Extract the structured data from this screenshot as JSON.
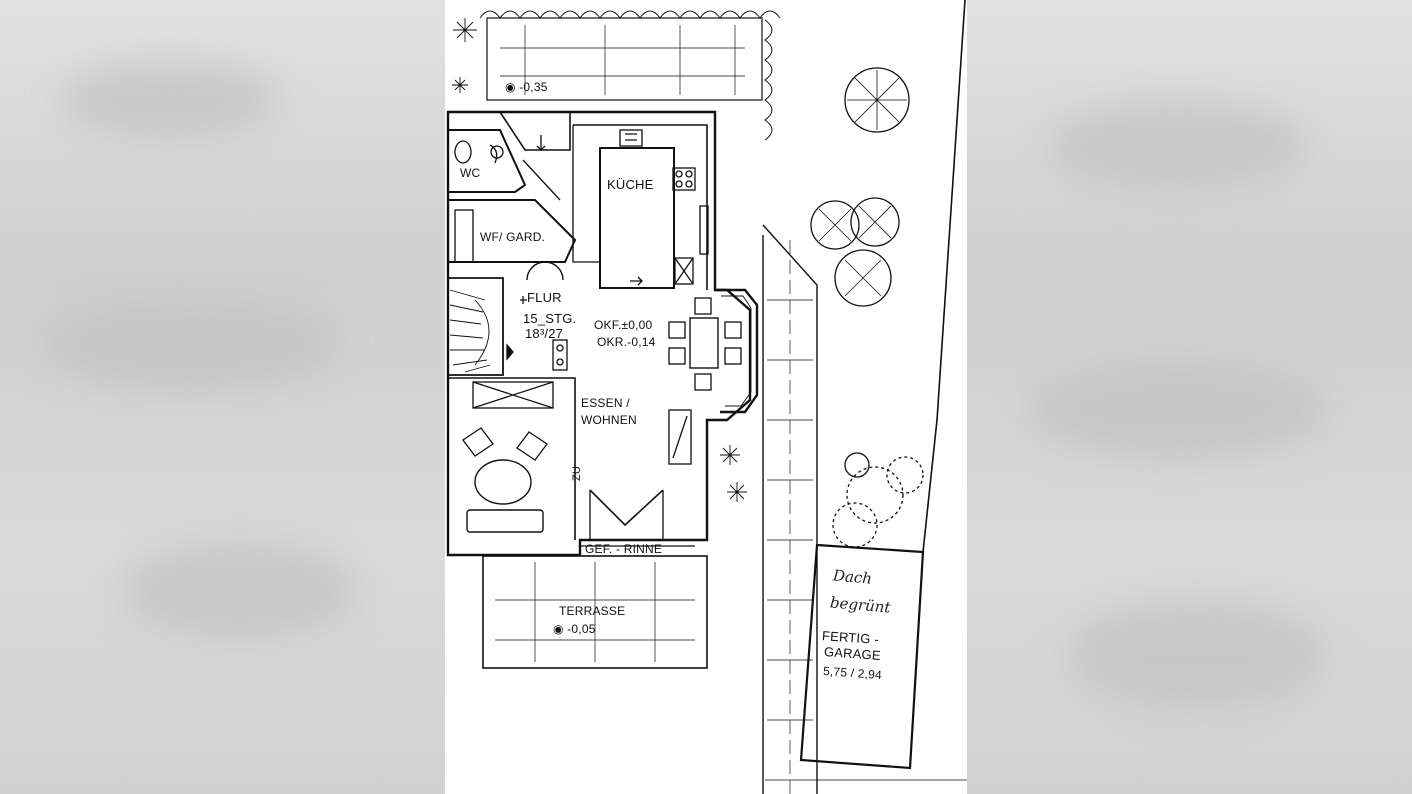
{
  "plan": {
    "rooms": {
      "wc": "WC",
      "wf_gard": "WF/ GARD.",
      "kueche": "KÜCHE",
      "flur": "FLUR",
      "stairs_1": "15_STG.",
      "stairs_2": "18³/27",
      "okf": "OKF.±0,00",
      "okr": "OKR.-0,14",
      "essen": "ESSEN /",
      "wohnen": "WOHNEN",
      "zu": "ZU",
      "gef_rinne": "GEF. - RINNE",
      "terrasse": "TERRASSE",
      "terrasse_level": "-0,05",
      "top_level": "-0,35"
    },
    "garage": {
      "hand_1": "Dach",
      "hand_2": "begrünt",
      "line_1": "FERTIG -",
      "line_2": "GARAGE",
      "dims": "5,75 / 2,94"
    },
    "colors": {
      "ink": "#111111",
      "paper": "#ffffff",
      "background": "#d8d8d8"
    }
  }
}
